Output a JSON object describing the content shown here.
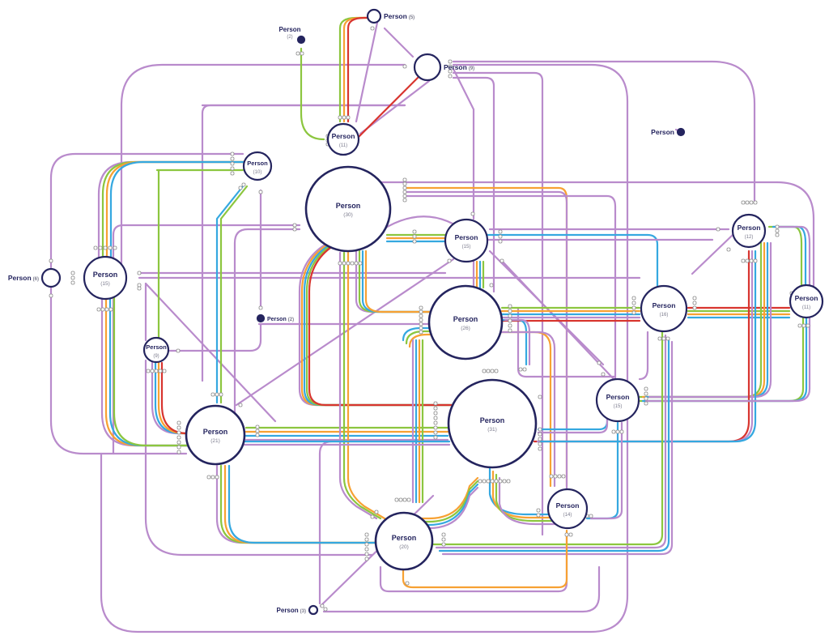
{
  "colors": {
    "purple": "#b98bcc",
    "green": "#8cc63f",
    "orange": "#f7a133",
    "blue": "#35a8e0",
    "red": "#d8352f",
    "node_border": "#24245e",
    "node_text": "#24245e",
    "count_text": "#7a7a8c"
  },
  "nodes": [
    {
      "id": "p5",
      "label": "Person",
      "count": "(5)"
    },
    {
      "id": "p2a",
      "label": "Person",
      "count": "(2)"
    },
    {
      "id": "p9a",
      "label": "Person",
      "count": "(9)"
    },
    {
      "id": "p0",
      "label": "Person",
      "count": ""
    },
    {
      "id": "p11a",
      "label": "Person",
      "count": "(11)"
    },
    {
      "id": "p10",
      "label": "Person",
      "count": "(10)"
    },
    {
      "id": "p30",
      "label": "Person",
      "count": "(30)"
    },
    {
      "id": "p6",
      "label": "Person",
      "count": "(6)"
    },
    {
      "id": "p15a",
      "label": "Person",
      "count": "(15)"
    },
    {
      "id": "p15b",
      "label": "Person",
      "count": "(15)"
    },
    {
      "id": "p12",
      "label": "Person",
      "count": "(12)"
    },
    {
      "id": "p2b",
      "label": "Person",
      "count": "(2)"
    },
    {
      "id": "p26",
      "label": "Person",
      "count": "(26)"
    },
    {
      "id": "p16",
      "label": "Person",
      "count": "(16)"
    },
    {
      "id": "p11b",
      "label": "Person",
      "count": "(11)"
    },
    {
      "id": "p9b",
      "label": "Person",
      "count": "(9)"
    },
    {
      "id": "p15c",
      "label": "Person",
      "count": "(15)"
    },
    {
      "id": "p21",
      "label": "Person",
      "count": "(21)"
    },
    {
      "id": "p31",
      "label": "Person",
      "count": "(31)"
    },
    {
      "id": "p14",
      "label": "Person",
      "count": "(14)"
    },
    {
      "id": "p20",
      "label": "Person",
      "count": "(20)"
    },
    {
      "id": "p3",
      "label": "Person",
      "count": "(3)"
    }
  ]
}
